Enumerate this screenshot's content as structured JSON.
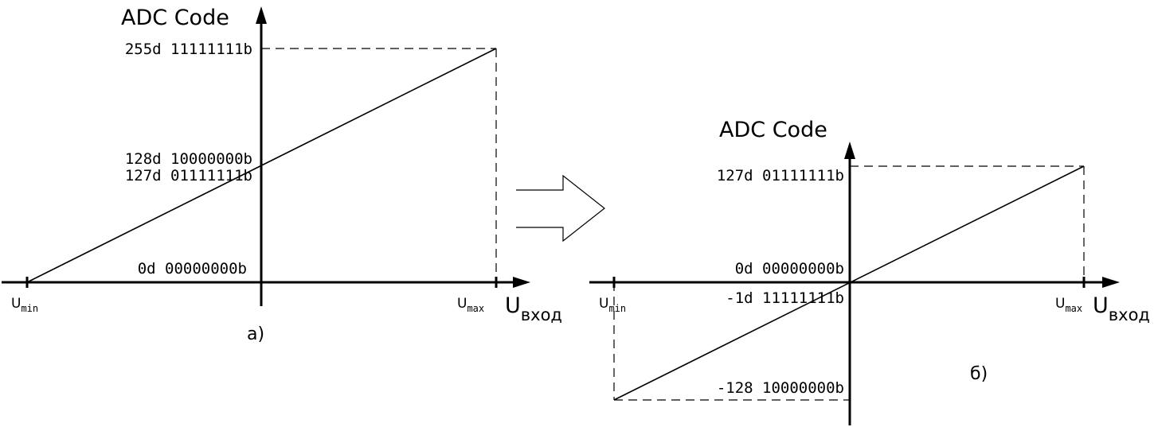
{
  "panel_a": {
    "y_axis_label": "ADC Code",
    "labels": {
      "top": "255d 11111111b",
      "mid_upper": "128d 10000000b",
      "mid_lower": "127d 01111111b",
      "zero": "0d 00000000b"
    },
    "u_min": {
      "main": "U",
      "sub": "min"
    },
    "u_max": {
      "main": "U",
      "sub": "max"
    },
    "x_axis_label": {
      "main": "U",
      "sub": "вход"
    },
    "caption": "а)"
  },
  "panel_b": {
    "y_axis_label": "ADC Code",
    "labels": {
      "top": "127d 01111111b",
      "zero": "0d 00000000b",
      "minus_one": "-1d 11111111b",
      "bottom": "-128 10000000b"
    },
    "u_min": {
      "main": "U",
      "sub": "min"
    },
    "u_max": {
      "main": "U",
      "sub": "max"
    },
    "x_axis_label": {
      "main": "U",
      "sub": "вход"
    },
    "caption": "б)"
  }
}
